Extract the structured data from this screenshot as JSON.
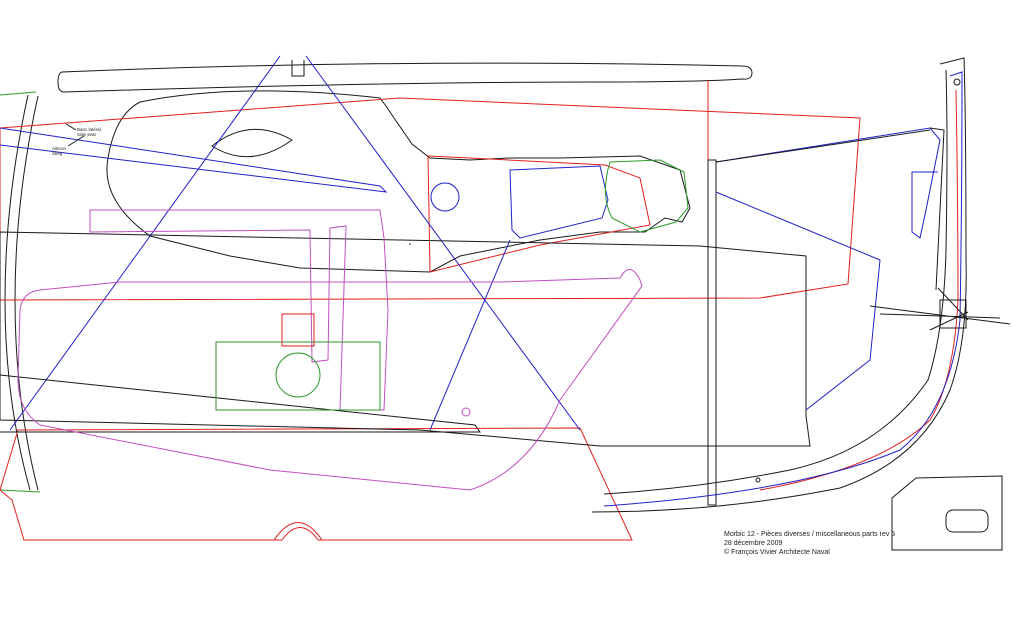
{
  "labels": {
    "side_seat": [
      "Banc latéral",
      "Side seat"
    ],
    "skeg": [
      "Aileron",
      "Skeg"
    ]
  },
  "title_block": {
    "line1": "Morbic 12 - Pièces diverses / miscellaneous parts rev 5",
    "line2": "28 décembre 2009",
    "line3": "© François Vivier Architecte Naval"
  },
  "colors": {
    "black": "#1a1a1a",
    "red": "#e0201e",
    "blue": "#2020c8",
    "magenta": "#c24fc2",
    "green": "#2a9a2a"
  }
}
